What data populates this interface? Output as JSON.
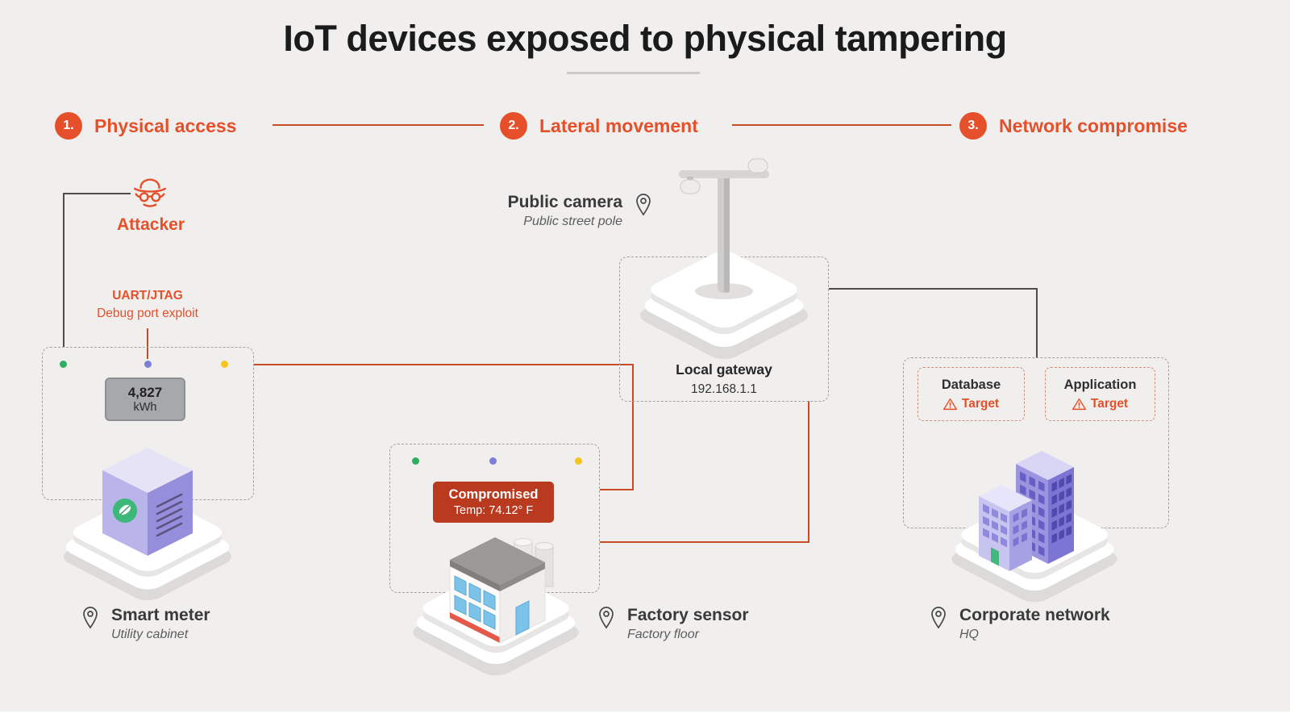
{
  "title": "IoT devices exposed to physical tampering",
  "colors": {
    "accent": "#e5502a",
    "line_orange": "#c94b24",
    "line_dark": "#4d4d4d",
    "badge_bg": "#b93a1e",
    "dot_green": "#2fae60",
    "dot_purple": "#7b7fd8",
    "dot_yellow": "#f5c51d",
    "background": "#f0efee"
  },
  "steps": [
    {
      "num": "1.",
      "label": "Physical access"
    },
    {
      "num": "2.",
      "label": "Lateral movement"
    },
    {
      "num": "3.",
      "label": "Network compromise"
    }
  ],
  "attacker": {
    "label": "Attacker",
    "exploit_title": "UART/JTAG",
    "exploit_subtitle": "Debug port exploit"
  },
  "smart_meter": {
    "display_value": "4,827",
    "display_unit": "kWh",
    "name": "Smart meter",
    "location": "Utility cabinet"
  },
  "public_camera": {
    "name": "Public camera",
    "location": "Public street pole"
  },
  "gateway": {
    "name": "Local gateway",
    "ip": "192.168.1.1"
  },
  "factory": {
    "badge_status": "Compromised",
    "badge_reading": "Temp: 74.12° F",
    "name": "Factory sensor",
    "location": "Factory floor"
  },
  "corporate": {
    "name": "Corporate network",
    "location": "HQ",
    "targets": [
      {
        "name": "Database",
        "tag": "Target"
      },
      {
        "name": "Application",
        "tag": "Target"
      }
    ]
  }
}
